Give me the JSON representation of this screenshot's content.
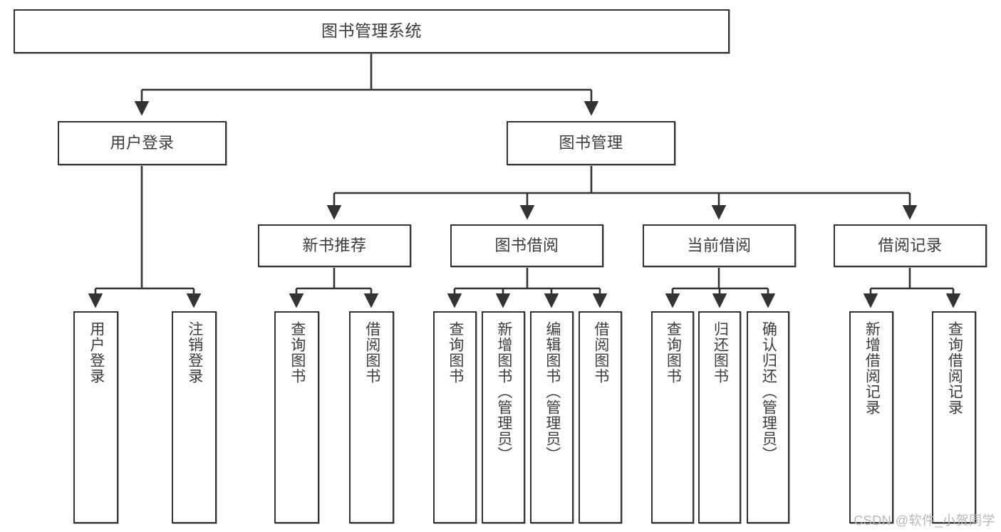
{
  "diagram": {
    "title": "图书管理系统",
    "type": "functional-structure-tree",
    "stroke_color": "#333333",
    "text_color": "#3c3c3c",
    "background_color": "#ffffff",
    "nodes": {
      "root": {
        "label": "图书管理系统"
      },
      "level1": [
        {
          "id": "user-login",
          "label": "用户登录"
        },
        {
          "id": "book-manage",
          "label": "图书管理"
        }
      ],
      "level2": [
        {
          "id": "new-book-recommend",
          "label": "新书推荐",
          "parent": "book-manage"
        },
        {
          "id": "book-borrow",
          "label": "图书借阅",
          "parent": "book-manage"
        },
        {
          "id": "current-borrow",
          "label": "当前借阅",
          "parent": "book-manage"
        },
        {
          "id": "borrow-record",
          "label": "借阅记录",
          "parent": "book-manage"
        }
      ],
      "leaves": [
        {
          "id": "leaf-user-login",
          "label": "用户登录",
          "parent": "user-login"
        },
        {
          "id": "leaf-logout",
          "label": "注销登录",
          "parent": "user-login"
        },
        {
          "id": "leaf-query-book-1",
          "label": "查询图书",
          "parent": "new-book-recommend"
        },
        {
          "id": "leaf-borrow-book-1",
          "label": "借阅图书",
          "parent": "new-book-recommend"
        },
        {
          "id": "leaf-query-book-2",
          "label": "查询图书",
          "parent": "book-borrow"
        },
        {
          "id": "leaf-add-book",
          "label": "新增图书（管理员）",
          "parent": "book-borrow"
        },
        {
          "id": "leaf-edit-book",
          "label": "编辑图书（管理员）",
          "parent": "book-borrow"
        },
        {
          "id": "leaf-borrow-book-2",
          "label": "借阅图书",
          "parent": "book-borrow"
        },
        {
          "id": "leaf-query-book-3",
          "label": "查询图书",
          "parent": "current-borrow"
        },
        {
          "id": "leaf-return-book",
          "label": "归还图书",
          "parent": "current-borrow"
        },
        {
          "id": "leaf-confirm-return",
          "label": "确认归还（管理员）",
          "parent": "current-borrow"
        },
        {
          "id": "leaf-add-record",
          "label": "新增借阅记录",
          "parent": "borrow-record"
        },
        {
          "id": "leaf-query-record",
          "label": "查询借阅记录",
          "parent": "borrow-record"
        }
      ]
    },
    "watermark": "CSDN @软件_小贺同学"
  }
}
